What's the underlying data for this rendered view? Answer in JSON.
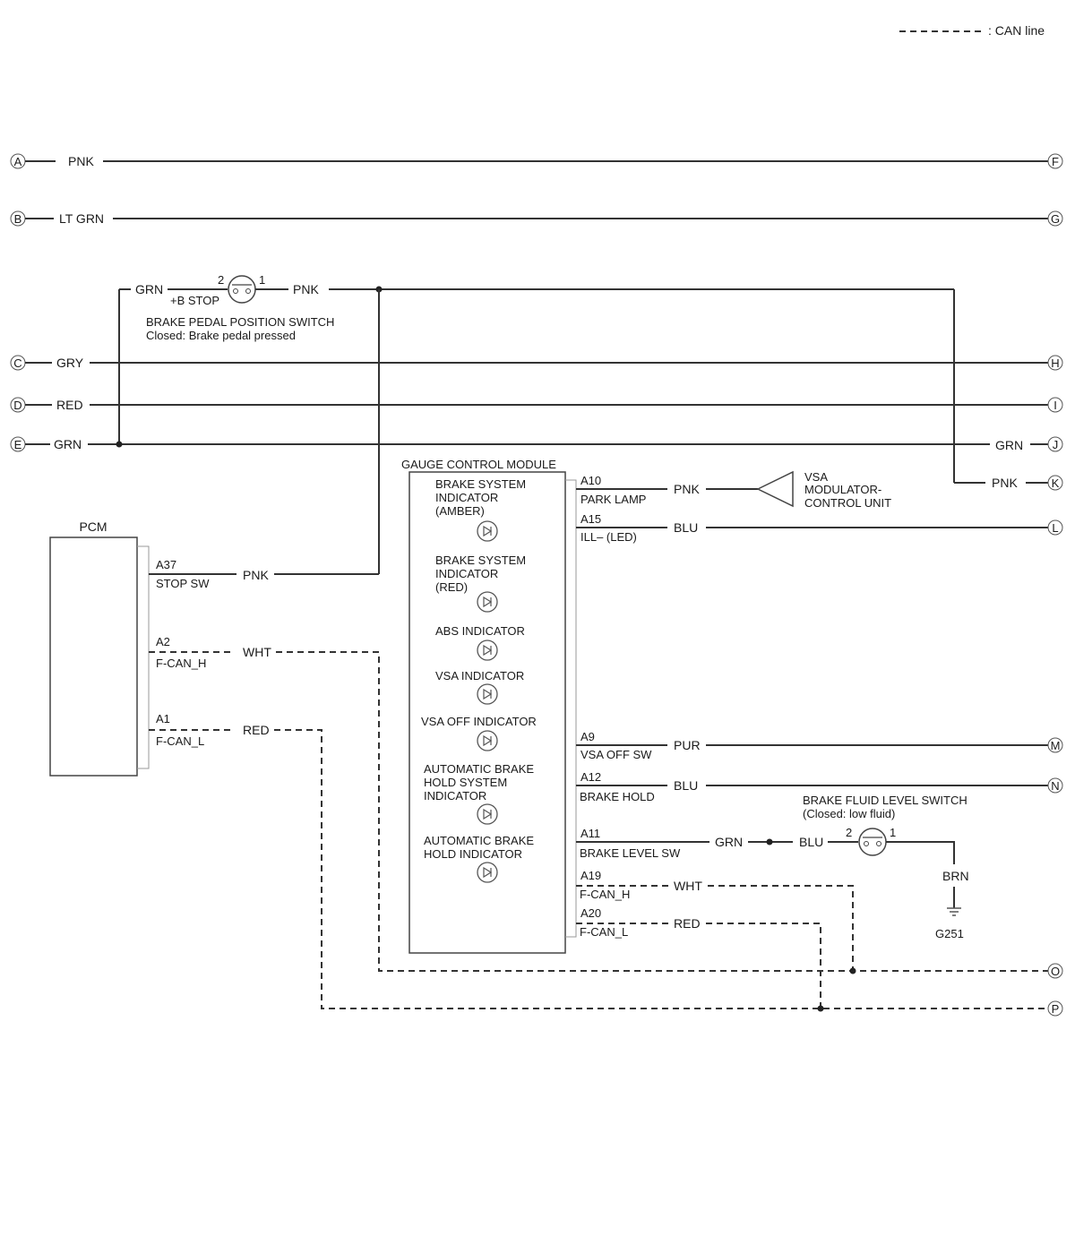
{
  "legend": {
    "can_line": ": CAN line"
  },
  "terminals": {
    "A": "A",
    "B": "B",
    "C": "C",
    "D": "D",
    "E": "E",
    "F": "F",
    "G": "G",
    "H": "H",
    "I": "I",
    "J": "J",
    "K": "K",
    "L": "L",
    "M": "M",
    "N": "N",
    "O": "O",
    "P": "P"
  },
  "wires": {
    "a_pnk": "PNK",
    "b_ltgrn": "LT GRN",
    "c_gry": "GRY",
    "d_red": "RED",
    "e_grn": "GRN",
    "j_grn": "GRN",
    "k_pnk": "PNK",
    "sw_grn": "GRN",
    "sw_pnk": "PNK",
    "pcm_a37": "PNK",
    "pcm_a2": "WHT",
    "pcm_a1": "RED",
    "gcm_a10": "PNK",
    "gcm_a15": "BLU",
    "gcm_a9": "PUR",
    "gcm_a12": "BLU",
    "gcm_a11": "GRN",
    "gcm_a11b": "BLU",
    "gcm_a19": "WHT",
    "gcm_a20": "RED",
    "brn": "BRN"
  },
  "brake_pedal_switch": {
    "pin2": "2",
    "pin1": "1",
    "fuse": "+B STOP",
    "title": "BRAKE PEDAL POSITION SWITCH",
    "note": "Closed: Brake pedal pressed"
  },
  "pcm": {
    "title": "PCM",
    "pins": [
      {
        "pin": "A37",
        "name": "STOP SW"
      },
      {
        "pin": "A2",
        "name": "F-CAN_H"
      },
      {
        "pin": "A1",
        "name": "F-CAN_L"
      }
    ]
  },
  "gcm": {
    "title": "GAUGE CONTROL MODULE",
    "indicators": [
      {
        "lines": [
          "BRAKE SYSTEM",
          "INDICATOR",
          "(AMBER)"
        ]
      },
      {
        "lines": [
          "BRAKE SYSTEM",
          "INDICATOR",
          "(RED)"
        ]
      },
      {
        "lines": [
          "ABS INDICATOR"
        ]
      },
      {
        "lines": [
          "VSA INDICATOR"
        ]
      },
      {
        "lines": [
          "VSA OFF INDICATOR"
        ]
      },
      {
        "lines": [
          "AUTOMATIC BRAKE",
          "HOLD SYSTEM",
          "INDICATOR"
        ]
      },
      {
        "lines": [
          "AUTOMATIC BRAKE",
          "HOLD INDICATOR"
        ]
      }
    ],
    "pins": [
      {
        "pin": "A10",
        "name": "PARK LAMP"
      },
      {
        "pin": "A15",
        "name": "ILL– (LED)"
      },
      {
        "pin": "A9",
        "name": "VSA OFF SW"
      },
      {
        "pin": "A12",
        "name": "BRAKE HOLD"
      },
      {
        "pin": "A11",
        "name": "BRAKE LEVEL SW"
      },
      {
        "pin": "A19",
        "name": "F-CAN_H"
      },
      {
        "pin": "A20",
        "name": "F-CAN_L"
      }
    ]
  },
  "vsa": {
    "lines": [
      "VSA",
      "MODULATOR-",
      "CONTROL UNIT"
    ]
  },
  "fluid_switch": {
    "title": "BRAKE FLUID LEVEL SWITCH",
    "note": "(Closed: low fluid)",
    "pin2": "2",
    "pin1": "1"
  },
  "ground": {
    "label": "G251"
  }
}
